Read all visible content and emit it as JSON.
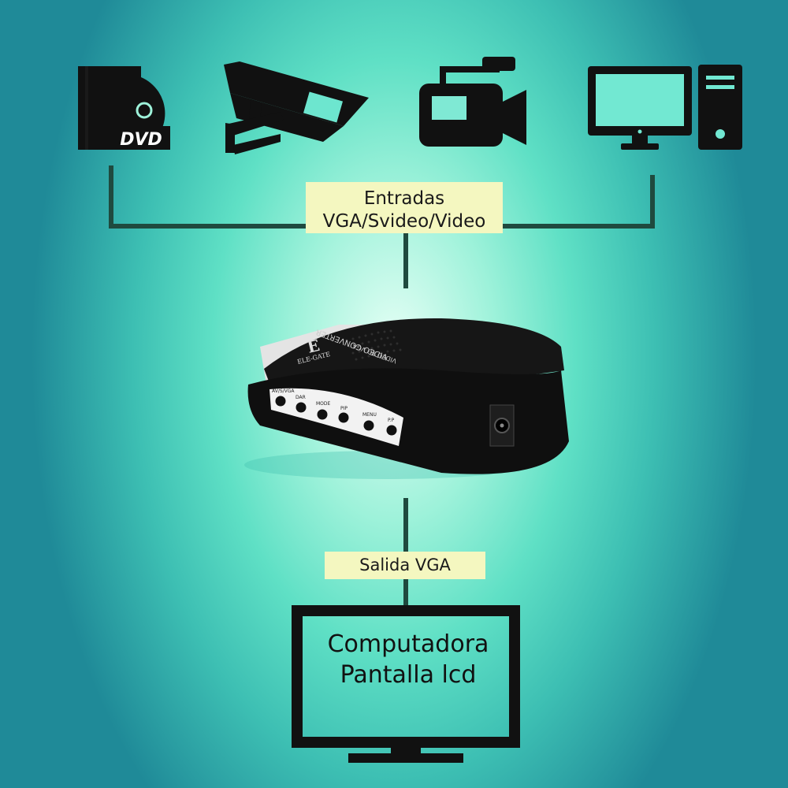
{
  "inputs_label": {
    "line1": "Entradas",
    "line2": "VGA/Svideo/Video"
  },
  "output_label": "Salida VGA",
  "monitor": {
    "line1": "Computadora",
    "line2": "Pantalla lcd"
  },
  "icons": {
    "dvd": {
      "name": "dvd-icon",
      "text": "DVD"
    },
    "camera": {
      "name": "security-camera-icon"
    },
    "camcorder": {
      "name": "video-camera-icon"
    },
    "computer": {
      "name": "desktop-computer-icon"
    }
  },
  "device": {
    "brand": "ELE-GATE",
    "model": "VIDEO CONVERTER",
    "subtitle": "VIDEO TO VGA",
    "buttons": [
      "AV/S/VGA",
      "DAR",
      "MODE",
      "PIP",
      "MENU",
      "P.P"
    ]
  },
  "colors": {
    "line": "#1f4a3f",
    "label_bg": "#f4f7c0",
    "icon": "#111111",
    "background_center": "#e8fff6",
    "background_edge": "#1f8a98"
  }
}
